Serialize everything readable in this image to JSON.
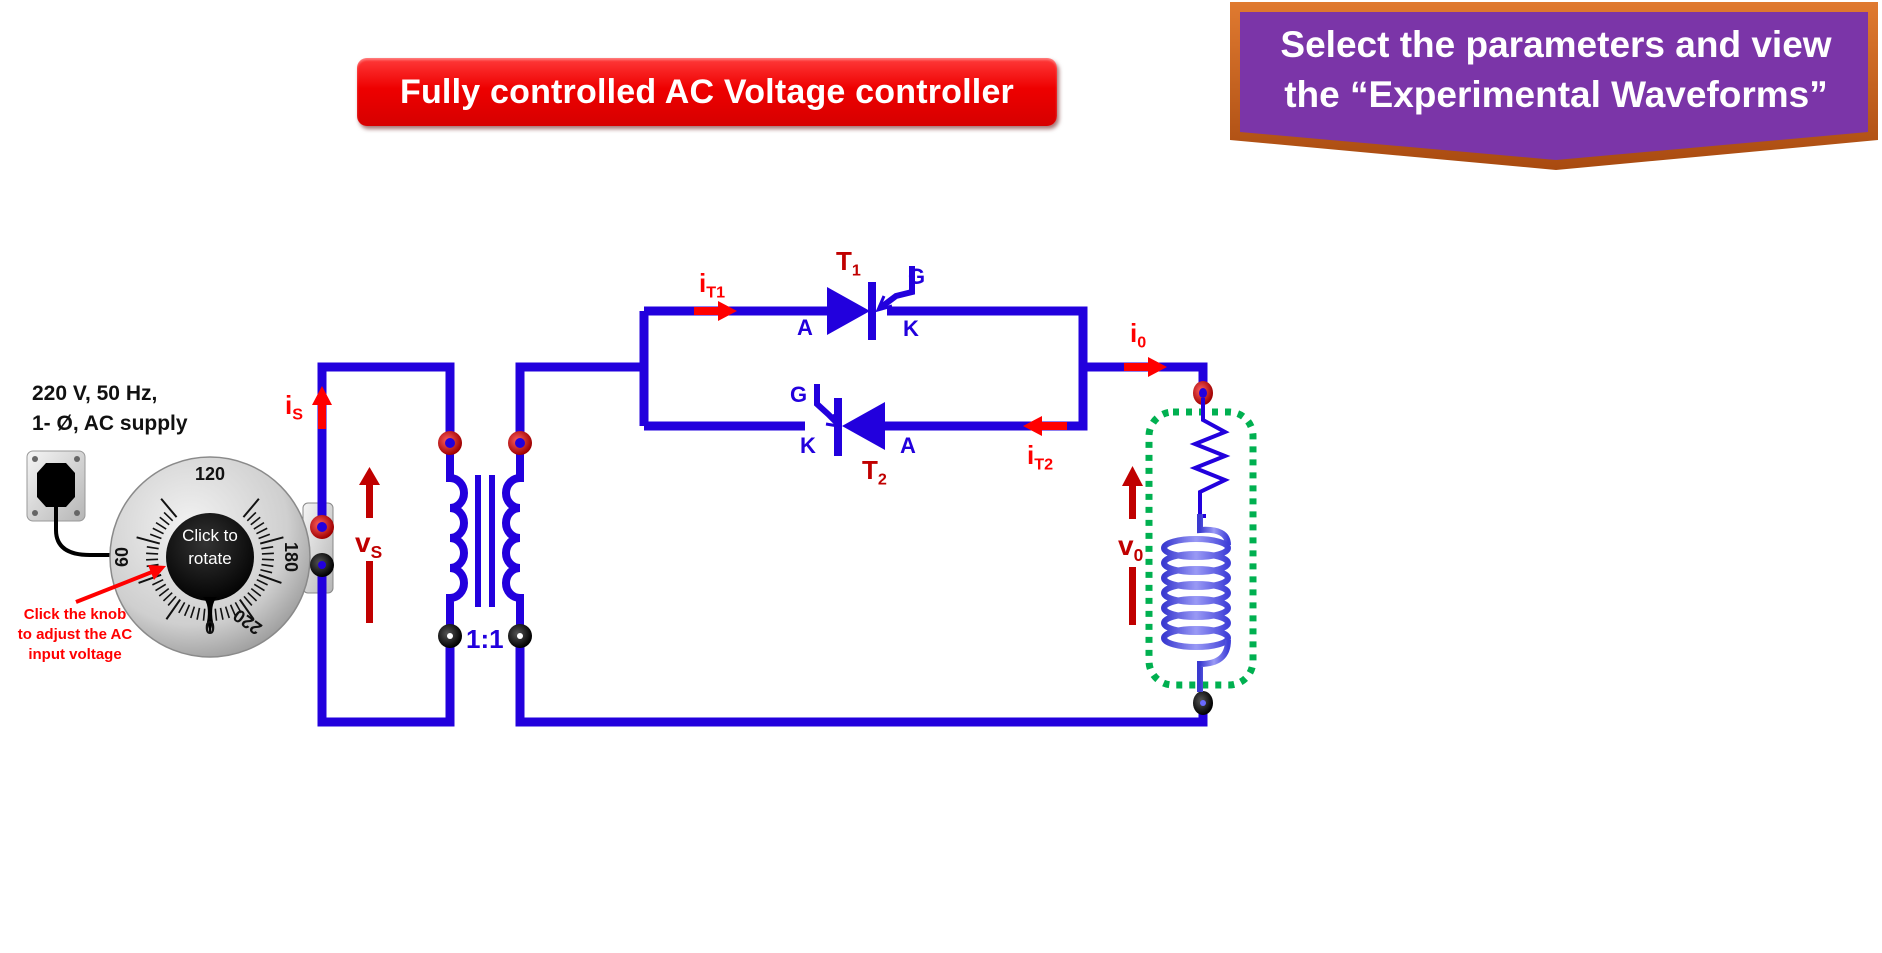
{
  "header": {
    "title_button": "Fully controlled AC Voltage controller",
    "banner_line1": "Select the parameters and view",
    "banner_line2": "the “Experimental Waveforms”"
  },
  "supply": {
    "line1": "220 V, 50 Hz,",
    "line2": "1- Ø, AC supply"
  },
  "autotransformer": {
    "knob_line1": "Click to",
    "knob_line2": "rotate",
    "scale_labels": [
      "0",
      "60",
      "120",
      "180",
      "220"
    ],
    "hint_line1": "Click the knob",
    "hint_line2": "to adjust the AC",
    "hint_line3": "input voltage"
  },
  "circuit": {
    "source_current": {
      "main": "i",
      "sub": "S"
    },
    "source_voltage": {
      "main": "v",
      "sub": "S"
    },
    "transformer_ratio": "1:1",
    "thyristor1": {
      "name_main": "T",
      "name_sub": "1",
      "anode": "A",
      "cathode": "K",
      "gate": "G",
      "current_main": "i",
      "current_sub": "T1"
    },
    "thyristor2": {
      "name_main": "T",
      "name_sub": "2",
      "anode": "A",
      "cathode": "K",
      "gate": "G",
      "current_main": "i",
      "current_sub": "T2"
    },
    "load_current": {
      "main": "i",
      "sub": "0"
    },
    "load_voltage": {
      "main": "v",
      "sub": "0"
    }
  },
  "colors": {
    "wire": "#2200dd",
    "current_arrow": "#ff0000",
    "voltage_arrow": "#c00000",
    "title_bg": "#ee0000",
    "banner_bg": "#7b35a8",
    "banner_border": "#c8601c",
    "load_box": "#00b050"
  }
}
